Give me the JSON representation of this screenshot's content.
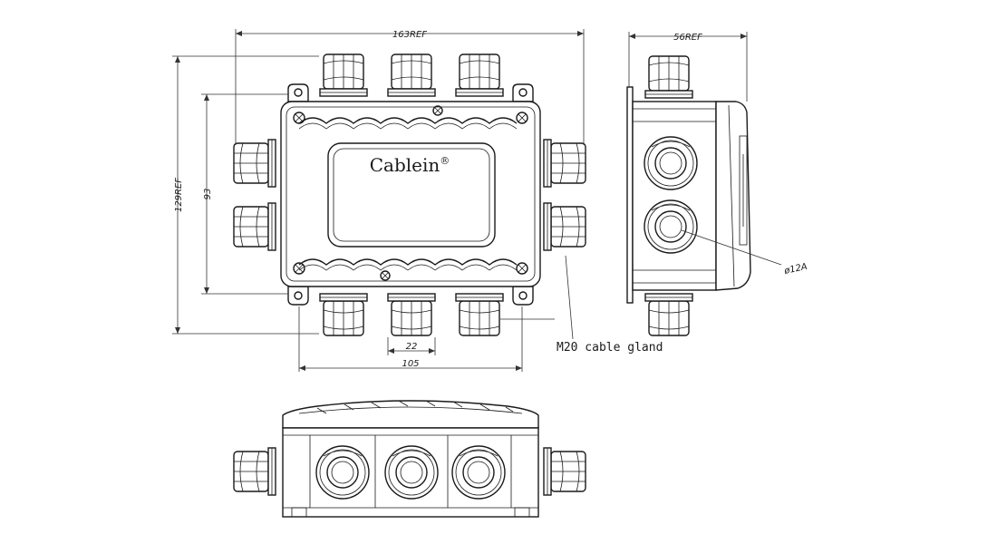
{
  "brand": {
    "name": "Cablein",
    "mark": "®"
  },
  "dimensions": {
    "top_width": "163REF",
    "side_width": "56REF",
    "overall_height": "129REF",
    "inner_height": "93",
    "gland_pitch": "22",
    "bottom_width": "105",
    "hole_diameter": "ø12A"
  },
  "callouts": {
    "gland": "M20 cable gland"
  },
  "colors": {
    "line": "#1a1a1a",
    "background": "#ffffff"
  }
}
